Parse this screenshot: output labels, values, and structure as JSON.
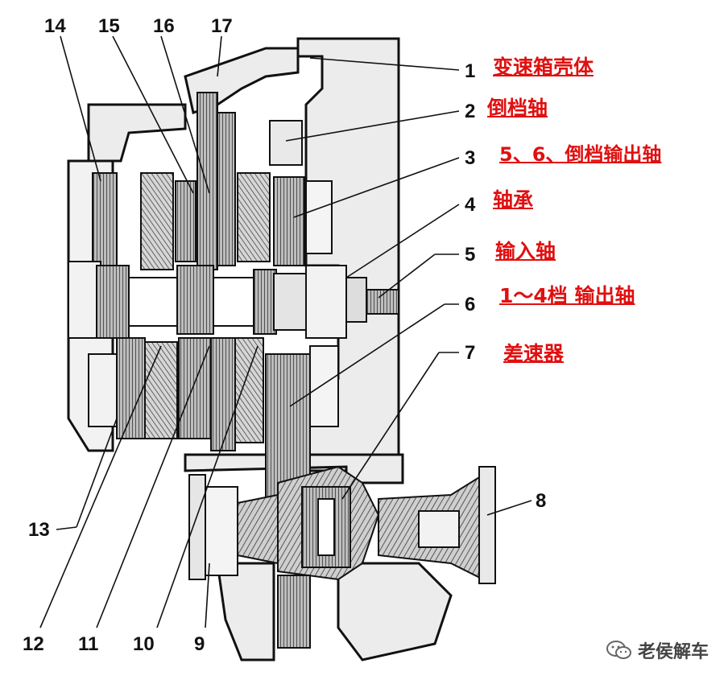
{
  "numbers": {
    "n1": "1",
    "n2": "2",
    "n3": "3",
    "n4": "4",
    "n5": "5",
    "n6": "6",
    "n7": "7",
    "n8": "8",
    "n9": "9",
    "n10": "10",
    "n11": "11",
    "n12": "12",
    "n13": "13",
    "n14": "14",
    "n15": "15",
    "n16": "16",
    "n17": "17"
  },
  "labels": {
    "l1": "变速箱壳体",
    "l2": "倒档轴",
    "l3": "5、6、倒档输出轴",
    "l4": "轴承",
    "l5": "输入轴",
    "l6": "1～4档 输出轴",
    "l7": "差速器"
  },
  "watermark": {
    "text": "老侯解车",
    "icon": "wechat-icon"
  },
  "colors": {
    "label_red": "#e01010",
    "line": "#111111",
    "housing": "#e6e6e6",
    "gear": "#8a8a8a"
  }
}
